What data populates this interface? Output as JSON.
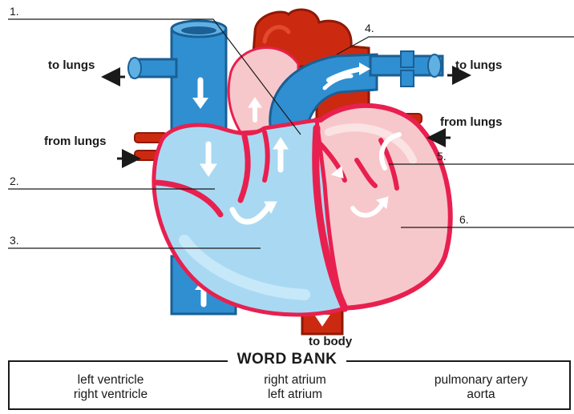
{
  "labels": {
    "n1": "1.",
    "n2": "2.",
    "n3": "3.",
    "n4": "4.",
    "n5": "5.",
    "n6": "6."
  },
  "flow": {
    "to_lungs_left": "to lungs",
    "to_lungs_right": "to lungs",
    "from_lungs_left": "from lungs",
    "from_lungs_right": "from lungs",
    "to_body": "to body"
  },
  "word_bank": {
    "title": "WORD BANK",
    "col1": [
      "left ventricle",
      "right ventricle"
    ],
    "col2": [
      "right atrium",
      "left atrium"
    ],
    "col3": [
      "pulmonary artery",
      "aorta"
    ]
  },
  "colors": {
    "blue_vessel": "#2f8fd1",
    "blue_light": "#a9d9f2",
    "red_vessel": "#cc2a10",
    "pink_chamber": "#f7c8cb",
    "red_wall": "#e8204f"
  }
}
